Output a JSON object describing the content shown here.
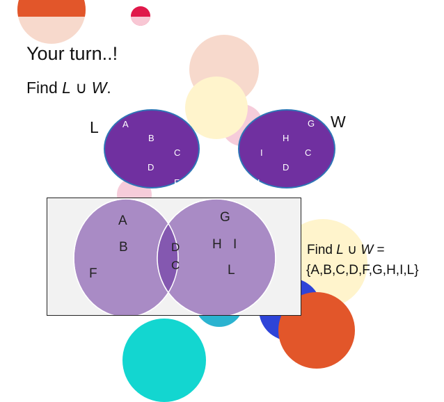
{
  "slide": {
    "title": "Your turn..!",
    "prompt": {
      "prefix": "Find ",
      "set_a": "L",
      "union_symbol": "∪",
      "set_b": "W",
      "suffix": "."
    }
  },
  "sets": {
    "L": {
      "label": "L",
      "elements": [
        "A",
        "B",
        "C",
        "D",
        "F"
      ]
    },
    "W": {
      "label": "W",
      "elements": [
        "G",
        "H",
        "C",
        "I",
        "D",
        "L"
      ]
    }
  },
  "venn": {
    "only_L": [
      "A",
      "B",
      "F"
    ],
    "intersection": [
      "D",
      "C"
    ],
    "only_W": [
      "G",
      "H",
      "I",
      "L"
    ]
  },
  "answer": {
    "prefix": "Find ",
    "set_a": "L",
    "union_symbol": "∪",
    "set_b": "W",
    "suffix": " =",
    "result": "{A,B,C,D,F,G,H,I,L}"
  },
  "colors": {
    "set_fill": "#7030A0",
    "set_border": "#2E75B6",
    "venn_fill": "#A98BC5",
    "venn_overlap": "#8458B0",
    "venn_box": "#F2F2F2",
    "deco_orange": "#E2562A",
    "deco_peach": "#F7D9CC",
    "deco_cream": "#FFF4CC",
    "deco_pink": "#F6CCDA",
    "deco_red": "#E0184A",
    "deco_cyan": "#13D6D0",
    "deco_blue": "#2E44D8"
  }
}
